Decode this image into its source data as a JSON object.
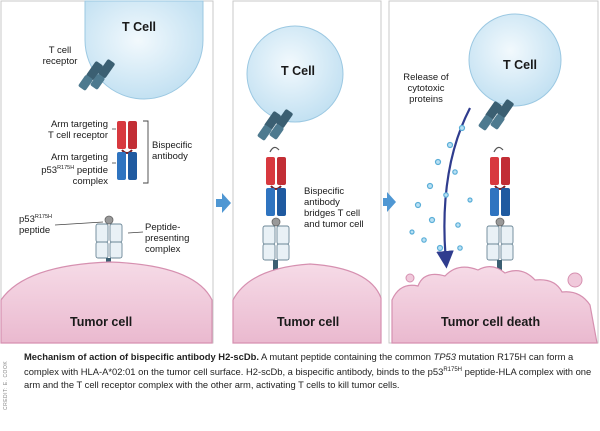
{
  "panel1": {
    "t_cell": "T Cell",
    "t_cell_receptor": [
      "T cell",
      "receptor"
    ],
    "arm_tcr": [
      "Arm targeting",
      "T cell receptor"
    ],
    "bispecific": [
      "Bispecific",
      "antibody"
    ],
    "arm_p53": [
      "Arm targeting",
      "p53",
      "R175H",
      " peptide",
      "complex"
    ],
    "p53_peptide": [
      "p53",
      "R175H",
      "peptide"
    ],
    "peptide_complex": [
      "Peptide-",
      "presenting",
      "complex"
    ],
    "tumor": "Tumor cell"
  },
  "panel2": {
    "t_cell": "T Cell",
    "bridges": [
      "Bispecific",
      "antibody",
      "bridges T cell",
      "and tumor cell"
    ],
    "tumor": "Tumor cell"
  },
  "panel3": {
    "t_cell": "T Cell",
    "release": [
      "Release of",
      "cytotoxic",
      "proteins"
    ],
    "tumor": "Tumor cell death"
  },
  "caption": {
    "title": "Mechanism of action of bispecific antibody H2-scDb.",
    "t1": " A mutant peptide containing the common ",
    "gene": "TP53",
    "t2": " mutation R175H can form a complex with HLA-A*02:01 on the tumor cell surface. H2-scDb, a bispecific antibody, binds to the p53",
    "sup": "R175H",
    "t3": " peptide-HLA complex with one arm and the T cell receptor complex with the other arm, activating T cells to kill tumor cells."
  },
  "credit": "CREDIT: E. COOK",
  "colors": {
    "tcell_fill": "#d7ecf7",
    "tumor_fill": "#f3d2e0",
    "tumor_edge": "#d690b0",
    "arrow": "#4f97d3",
    "red_arm": "#d8393f",
    "blue_arm": "#2f74c0",
    "receptor": "#3b5f72",
    "mhc": "#e9f1f6",
    "vesicle": "#5aaed8",
    "death_arrow": "#2f3c8e"
  }
}
